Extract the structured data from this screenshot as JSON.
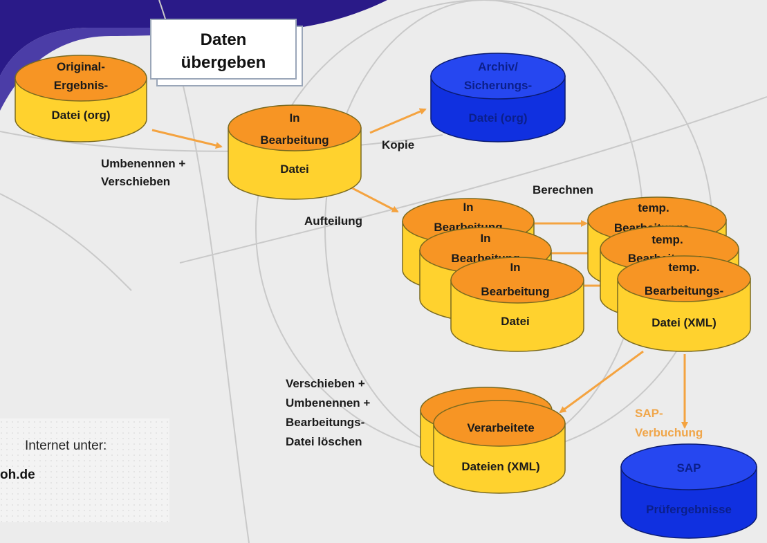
{
  "colors": {
    "yellow": "#ffd22e",
    "orange": "#f79524",
    "blue_top": "#2647f0",
    "blue_body": "#1030e0",
    "arrow": "#f4a340",
    "banner": "#2a1a88"
  },
  "title_box": {
    "line1": "Daten",
    "line2": "übergeben"
  },
  "cylinders": {
    "original": {
      "lines": [
        "Original-",
        "Ergebnis-",
        "Datei (org)"
      ]
    },
    "in_bearbeitung_main": {
      "lines": [
        "In",
        "Bearbeitung",
        "Datei"
      ]
    },
    "archiv": {
      "lines": [
        "Archiv/",
        "Sicherungs-",
        "Datei (org)"
      ]
    },
    "split_back": {
      "lines": [
        "In",
        "Bearbeitung"
      ]
    },
    "split_mid": {
      "lines": [
        "In",
        "Bearbeitung"
      ]
    },
    "split_front": {
      "lines": [
        "In",
        "Bearbeitung",
        "Datei"
      ]
    },
    "temp_back": {
      "lines": [
        "temp.",
        "Bearbeitungs-"
      ]
    },
    "temp_mid": {
      "lines": [
        "temp.",
        "Bearbeitungs-"
      ]
    },
    "temp_front": {
      "lines": [
        "temp.",
        "Bearbeitungs-",
        "Datei (XML)"
      ]
    },
    "verarbeitete": {
      "lines": [
        "Verarbeitete",
        "Dateien (XML)"
      ]
    },
    "sap": {
      "lines": [
        "SAP",
        "Prüfergebnisse"
      ]
    }
  },
  "flow_labels": {
    "umbenennen": [
      "Umbenennen +",
      "Verschieben"
    ],
    "kopie": "Kopie",
    "aufteilung": "Aufteilung",
    "berechnen": "Berechnen",
    "verschieben": [
      "Verschieben +",
      "Umbenennen +",
      "Bearbeitungs-",
      "Datei löschen"
    ],
    "sap_verbuchung": [
      "SAP-",
      "Verbuchung"
    ]
  },
  "note": {
    "line1": "Internet unter:",
    "line2": "oh.de"
  }
}
